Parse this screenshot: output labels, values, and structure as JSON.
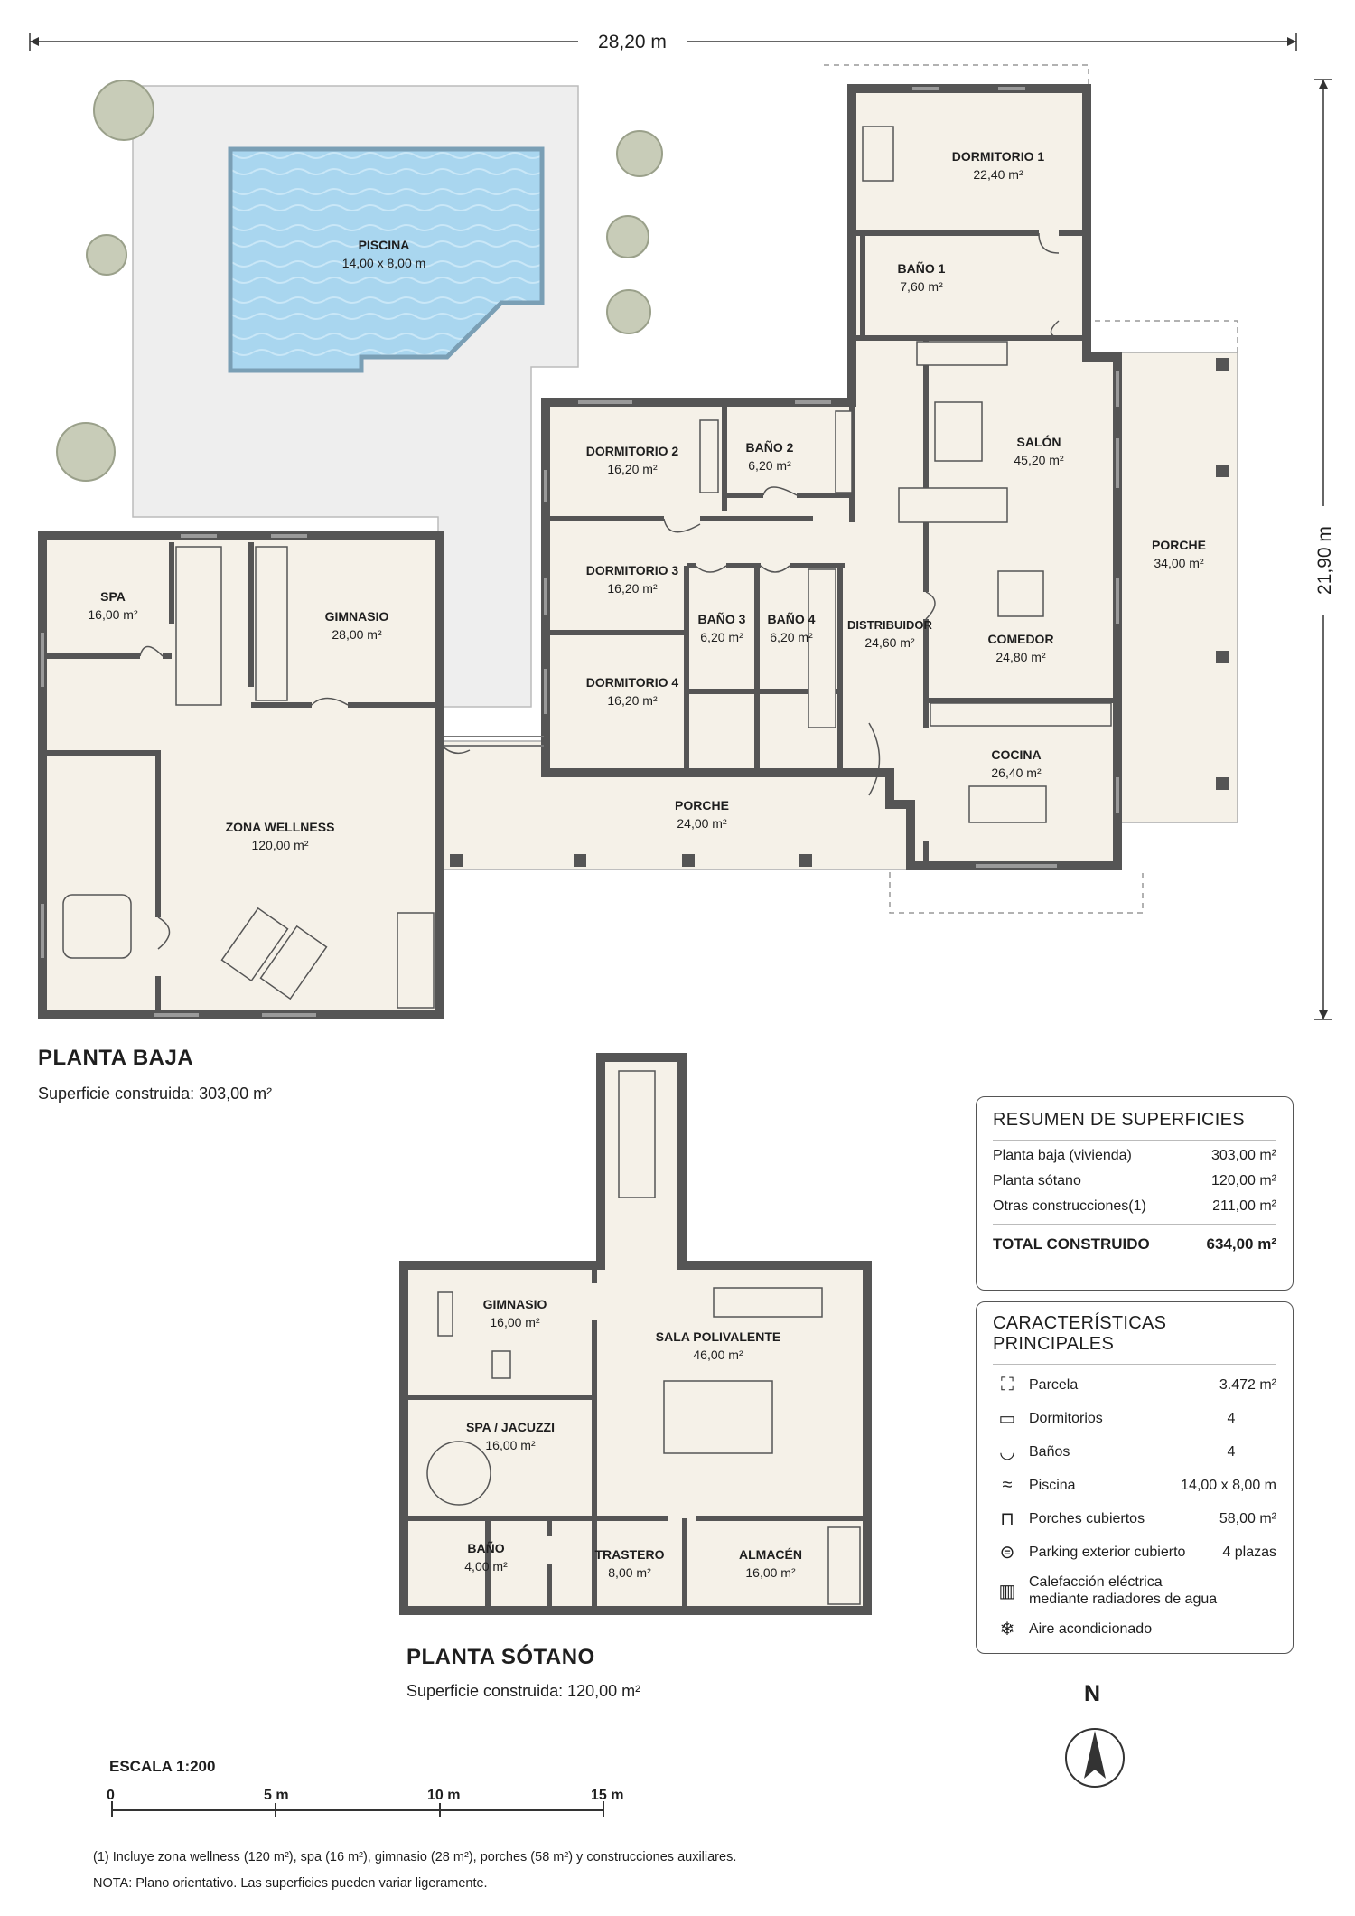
{
  "dimensions": {
    "width": "28,20 m",
    "height": "21,90 m"
  },
  "planta_baja": {
    "title": "PLANTA BAJA",
    "subtitle": "Superficie construida: 303,00 m²",
    "rooms": {
      "piscina": {
        "name": "PISCINA",
        "area": "14,00 x 8,00 m"
      },
      "dormitorio1": {
        "name": "DORMITORIO 1",
        "area": "22,40 m²"
      },
      "bano1": {
        "name": "BAÑO 1",
        "area": "7,60 m²"
      },
      "salon": {
        "name": "SALÓN",
        "area": "45,20 m²"
      },
      "porche_este": {
        "name": "PORCHE",
        "area": "34,00 m²"
      },
      "comedor": {
        "name": "COMEDOR",
        "area": "24,80 m²"
      },
      "cocina": {
        "name": "COCINA",
        "area": "26,40 m²"
      },
      "distribuidor": {
        "name": "DISTRIBUIDOR",
        "area": "24,60 m²"
      },
      "dormitorio2": {
        "name": "DORMITORIO 2",
        "area": "16,20 m²"
      },
      "bano2": {
        "name": "BAÑO 2",
        "area": "6,20 m²"
      },
      "dormitorio3": {
        "name": "DORMITORIO 3",
        "area": "16,20 m²"
      },
      "bano3": {
        "name": "BAÑO 3",
        "area": "6,20 m²"
      },
      "bano4": {
        "name": "BAÑO 4",
        "area": "6,20 m²"
      },
      "dormitorio4": {
        "name": "DORMITORIO 4",
        "area": "16,20 m²"
      },
      "porche_sur": {
        "name": "PORCHE",
        "area": "24,00 m²"
      },
      "spa": {
        "name": "SPA",
        "area": "16,00 m²"
      },
      "gimnasio": {
        "name": "GIMNASIO",
        "area": "28,00 m²"
      },
      "wellness": {
        "name": "ZONA WELLNESS",
        "area": "120,00 m²"
      }
    }
  },
  "planta_sotano": {
    "title": "PLANTA SÓTANO",
    "subtitle": "Superficie construida: 120,00 m²",
    "rooms": {
      "gimnasio": {
        "name": "GIMNASIO",
        "area": "16,00 m²"
      },
      "sala": {
        "name": "SALA POLIVALENTE",
        "area": "46,00 m²"
      },
      "spa": {
        "name": "SPA / JACUZZI",
        "area": "16,00 m²"
      },
      "bano": {
        "name": "BAÑO",
        "area": "4,00 m²"
      },
      "trastero": {
        "name": "TRASTERO",
        "area": "8,00 m²"
      },
      "almacen": {
        "name": "ALMACÉN",
        "area": "16,00 m²"
      }
    }
  },
  "resumen": {
    "title": "RESUMEN DE SUPERFICIES",
    "rows": [
      {
        "label": "Planta baja (vivienda)",
        "value": "303,00 m²"
      },
      {
        "label": "Planta sótano",
        "value": "120,00 m²"
      },
      {
        "label": "Otras construcciones(1)",
        "value": "211,00 m²"
      }
    ],
    "total": {
      "label": "TOTAL CONSTRUIDO",
      "value": "634,00 m²"
    }
  },
  "caracteristicas": {
    "title": "CARACTERÍSTICAS PRINCIPALES",
    "items": [
      {
        "icon": "parcel-icon",
        "label": "Parcela",
        "value": "3.472 m²"
      },
      {
        "icon": "bed-icon",
        "label": "Dormitorios",
        "value": "4"
      },
      {
        "icon": "bathtub-icon",
        "label": "Baños",
        "value": "4"
      },
      {
        "icon": "pool-icon",
        "label": "Piscina",
        "value": "14,00 x 8,00 m"
      },
      {
        "icon": "porch-icon",
        "label": "Porches cubiertos",
        "value": "58,00 m²"
      },
      {
        "icon": "car-icon",
        "label": "Parking exterior cubierto",
        "value": "4 plazas"
      },
      {
        "icon": "radiator-icon",
        "label": "Calefacción eléctrica",
        "label2": "mediante radiadores de agua",
        "value": ""
      },
      {
        "icon": "snowflake-icon",
        "label": "Aire acondicionado",
        "value": ""
      }
    ]
  },
  "escala": {
    "title": "ESCALA 1:200",
    "ticks": [
      "0",
      "5 m",
      "10 m",
      "15 m"
    ]
  },
  "north": "N",
  "notes": [
    "(1)  Incluye zona wellness (120 m²), spa (16 m²), gimnasio (28 m²), porches (58 m²) y construcciones auxiliares.",
    "NOTA: Plano orientativo. Las superficies pueden variar ligeramente."
  ],
  "colors": {
    "wall": "#555555",
    "floor": "#f5f1e8",
    "terrace": "#eeeeee",
    "pool": "#a9d6ef",
    "tree": "#c8ccb8"
  }
}
